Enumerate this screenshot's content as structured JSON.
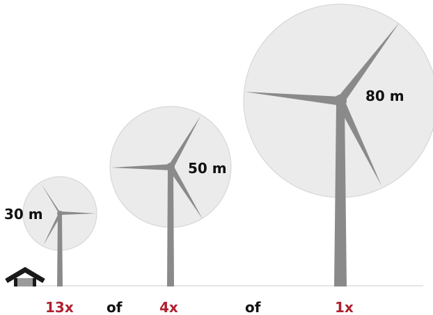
{
  "turbines": [
    {
      "diameter_label": "30 m",
      "count_label": "13x"
    },
    {
      "diameter_label": "50 m",
      "count_label": "4x"
    },
    {
      "diameter_label": "80 m",
      "count_label": "1x"
    }
  ],
  "connector_word": "of",
  "colors": {
    "rotor_fill": "#ebebeb",
    "rotor_stroke": "#d2d2d2",
    "structure": "#8a8a8a",
    "count_text": "#b0212f",
    "label_text": "#111111",
    "house": "#1a1a1a",
    "ground": "#e6e6e6"
  },
  "icons": {
    "house": "house-icon"
  }
}
